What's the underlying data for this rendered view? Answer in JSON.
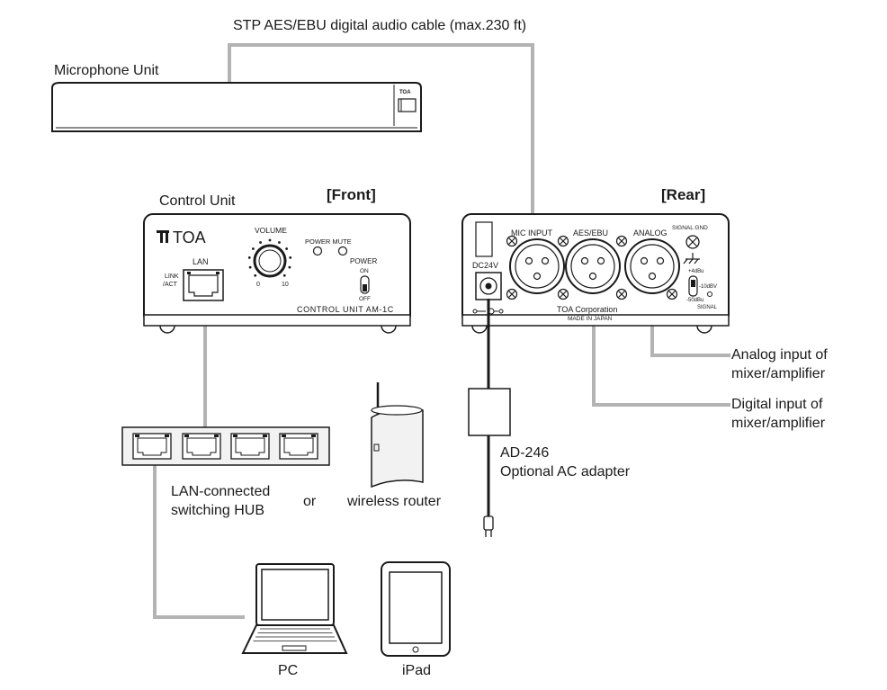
{
  "cable_label": "STP AES/EBU digital audio cable (max.230 ft)",
  "microphone_unit": {
    "label": "Microphone Unit",
    "logo": "TOA"
  },
  "control_unit": {
    "label": "Control Unit",
    "front_label": "[Front]",
    "rear_label": "[Rear]",
    "front": {
      "logo": "TOA",
      "volume": "VOLUME",
      "volume_min": "0",
      "volume_max": "10",
      "lan": "LAN",
      "link_act_1": "LINK",
      "link_act_2": "/ACT",
      "power_mute": "POWER MUTE",
      "power": "POWER",
      "on": "ON",
      "off": "OFF",
      "model": "CONTROL UNIT AM-1C"
    },
    "rear": {
      "dc24v": "DC24V",
      "mic_input": "MIC INPUT",
      "aes_ebu": "AES/EBU",
      "analog": "ANALOG",
      "signal_gnd": "SIGNAL GND",
      "level_1": "+4dBu",
      "level_2": "-10dBV",
      "level_3": "-50dBu",
      "signal": "SIGNAL",
      "maker": "TOA Corporation",
      "made_in": "MADE IN JAPAN"
    }
  },
  "analog_output": {
    "line1": "Analog input of",
    "line2": "mixer/amplifier"
  },
  "digital_output": {
    "line1": "Digital input of",
    "line2": "mixer/amplifier"
  },
  "adapter": {
    "line1": "AD-246",
    "line2": "Optional AC adapter"
  },
  "hub": {
    "line1": "LAN-connected",
    "line2": "switching HUB"
  },
  "or": "or",
  "router": "wireless router",
  "pc": "PC",
  "ipad": "iPad",
  "colors": {
    "line": "#1a1a1a",
    "cable": "#b3b3b3",
    "device_shade": "#f2f2f2"
  }
}
